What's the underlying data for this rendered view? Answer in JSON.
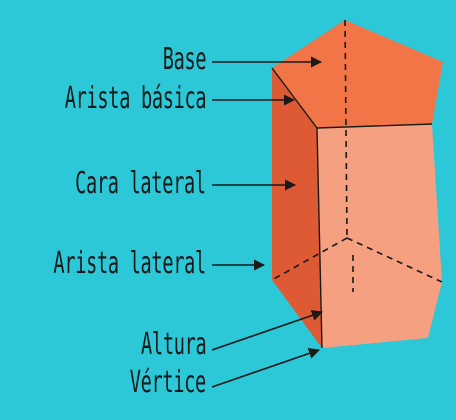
{
  "colors": {
    "background": "#2cc8d8",
    "base_face": "#f27548",
    "left_face": "#dd5a35",
    "front_face": "#f5a080",
    "edge": "#1a1a1a"
  },
  "labels": {
    "base": "Base",
    "arista_basica": "Arista básica",
    "cara_lateral": "Cara lateral",
    "arista_lateral": "Arista lateral",
    "altura": "Altura",
    "vertice": "Vértice"
  }
}
